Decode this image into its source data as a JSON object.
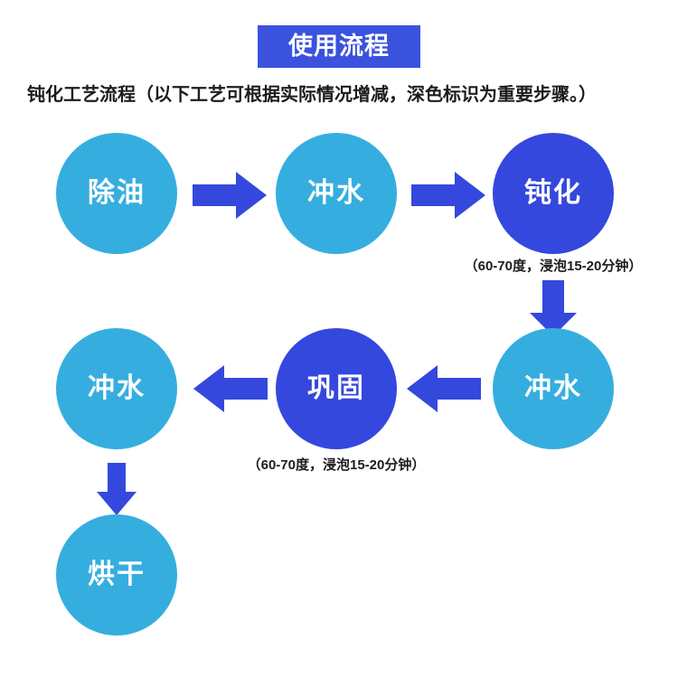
{
  "header": {
    "title": "使用流程",
    "title_bg_color": "#3a52de",
    "title_text_color": "#ffffff"
  },
  "subtitle": {
    "text": "钝化工艺流程（以下工艺可根据实际情况增减，深色标识为重要步骤。）"
  },
  "palette": {
    "light_blue": "#35aedf",
    "dark_blue": "#3448dd",
    "arrow_blue": "#3448dd",
    "text_dark": "#1c1c1c",
    "background": "#ffffff"
  },
  "flow": {
    "nodes": [
      {
        "id": "degrease",
        "label": "除油",
        "emphasis": "normal",
        "color": "#35aedf"
      },
      {
        "id": "rinse-1",
        "label": "冲水",
        "emphasis": "normal",
        "color": "#35aedf"
      },
      {
        "id": "passivation",
        "label": "钝化",
        "emphasis": "important",
        "color": "#3448dd"
      },
      {
        "id": "rinse-2",
        "label": "冲水",
        "emphasis": "normal",
        "color": "#35aedf"
      },
      {
        "id": "consolidate",
        "label": "巩固",
        "emphasis": "important",
        "color": "#3448dd"
      },
      {
        "id": "rinse-3",
        "label": "冲水",
        "emphasis": "normal",
        "color": "#35aedf"
      },
      {
        "id": "dry",
        "label": "烘干",
        "emphasis": "normal",
        "color": "#35aedf"
      }
    ],
    "captions": [
      {
        "id": "passivation-caption",
        "text": "（60-70度，浸泡15-20分钟）",
        "for": "passivation"
      },
      {
        "id": "consolidate-caption",
        "text": "（60-70度，浸泡15-20分钟）",
        "for": "consolidate"
      }
    ],
    "arrows": [
      {
        "id": "arrow-degrease-to-rinse1",
        "direction": "right"
      },
      {
        "id": "arrow-rinse1-to-passivation",
        "direction": "right"
      },
      {
        "id": "arrow-passivation-to-rinse2",
        "direction": "down"
      },
      {
        "id": "arrow-rinse2-to-consolidate",
        "direction": "left"
      },
      {
        "id": "arrow-consolidate-to-rinse3",
        "direction": "left"
      },
      {
        "id": "arrow-rinse3-to-dry",
        "direction": "down"
      }
    ]
  }
}
